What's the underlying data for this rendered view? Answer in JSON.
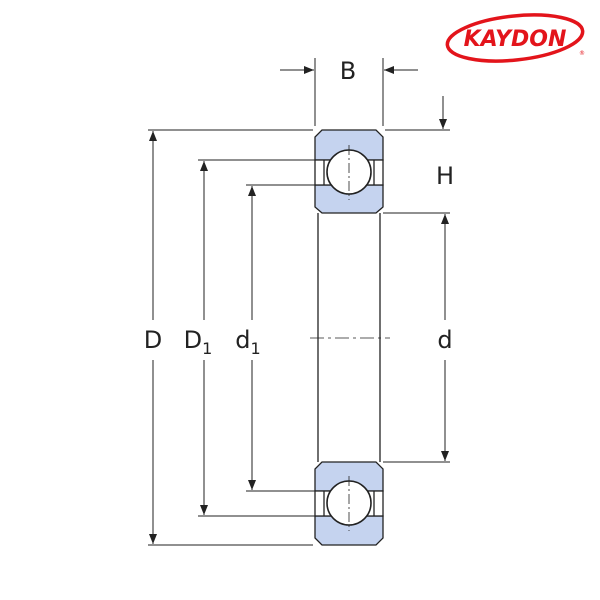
{
  "logo": {
    "text": "KAYDON",
    "registered": "®",
    "color": "#e3141b"
  },
  "labels": {
    "B": "B",
    "H": "H",
    "D": "D",
    "D1_main": "D",
    "D1_sub": "1",
    "d1_main": "d",
    "d1_sub": "1",
    "d": "d"
  },
  "colors": {
    "ring_fill": "#c5d3ef",
    "line": "#222222"
  }
}
